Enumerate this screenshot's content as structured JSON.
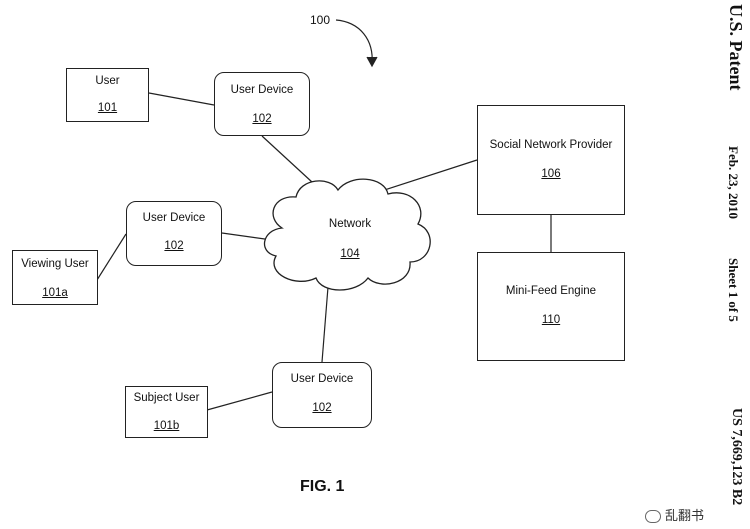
{
  "figure": {
    "number": "100",
    "caption": "FIG. 1"
  },
  "nodes": {
    "user": {
      "label": "User",
      "ref": "101"
    },
    "viewing_user": {
      "label": "Viewing User",
      "ref": "101a"
    },
    "subject_user": {
      "label": "Subject User",
      "ref": "101b"
    },
    "user_device_top": {
      "label": "User Device",
      "ref": "102"
    },
    "user_device_mid": {
      "label": "User Device",
      "ref": "102"
    },
    "user_device_bottom": {
      "label": "User Device",
      "ref": "102"
    },
    "network": {
      "label": "Network",
      "ref": "104"
    },
    "social_network_provider": {
      "label": "Social Network Provider",
      "ref": "106"
    },
    "mini_feed_engine": {
      "label": "Mini-Feed Engine",
      "ref": "110"
    }
  },
  "margin": {
    "patent": "U.S. Patent",
    "date": "Feb. 23, 2010",
    "sheet": "Sheet 1 of 5",
    "number": "US 7,669,123 B2"
  },
  "watermark": "乱翻书"
}
